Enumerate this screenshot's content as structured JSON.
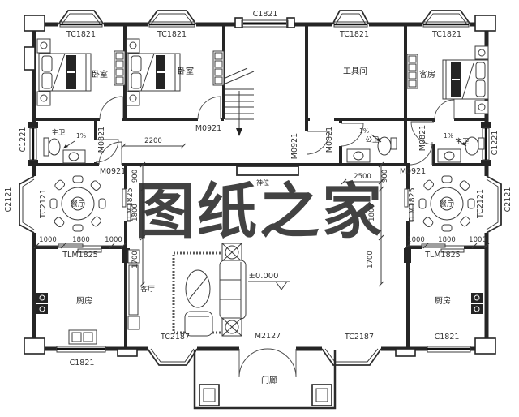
{
  "watermark": {
    "text": "图纸之家",
    "color": "#c9301f"
  },
  "rooms": {
    "bedroom_left": "卧室",
    "bedroom_mid": "卧室",
    "tool_room": "工具间",
    "guest_room": "客房",
    "master_bath_left": "主卫",
    "public_bath": "公卫",
    "master_bath_right": "主卫",
    "dining_left": "餐厅",
    "dining_right": "餐厅",
    "kitchen_left": "厨房",
    "kitchen_right": "厨房",
    "living_room": "客厅",
    "shrine": "神位",
    "porch": "门廊"
  },
  "windows": {
    "tc1821": "TC1821",
    "c1821": "C1821",
    "c1221": "C1221",
    "tc2121": "TC2121",
    "c2121": "C2121",
    "tc2187": "TC2187"
  },
  "doors": {
    "m0921": "M0921",
    "m0821": "M0821",
    "m2127": "M2127",
    "tlm1825": "TLM1825"
  },
  "dims": {
    "d2200": "2200",
    "d2500": "2500",
    "d900": "900",
    "d1800": "1800",
    "d1700": "1700",
    "d1000": "1000"
  },
  "annotations": {
    "elevation": "±0.000",
    "slope": "1%"
  }
}
